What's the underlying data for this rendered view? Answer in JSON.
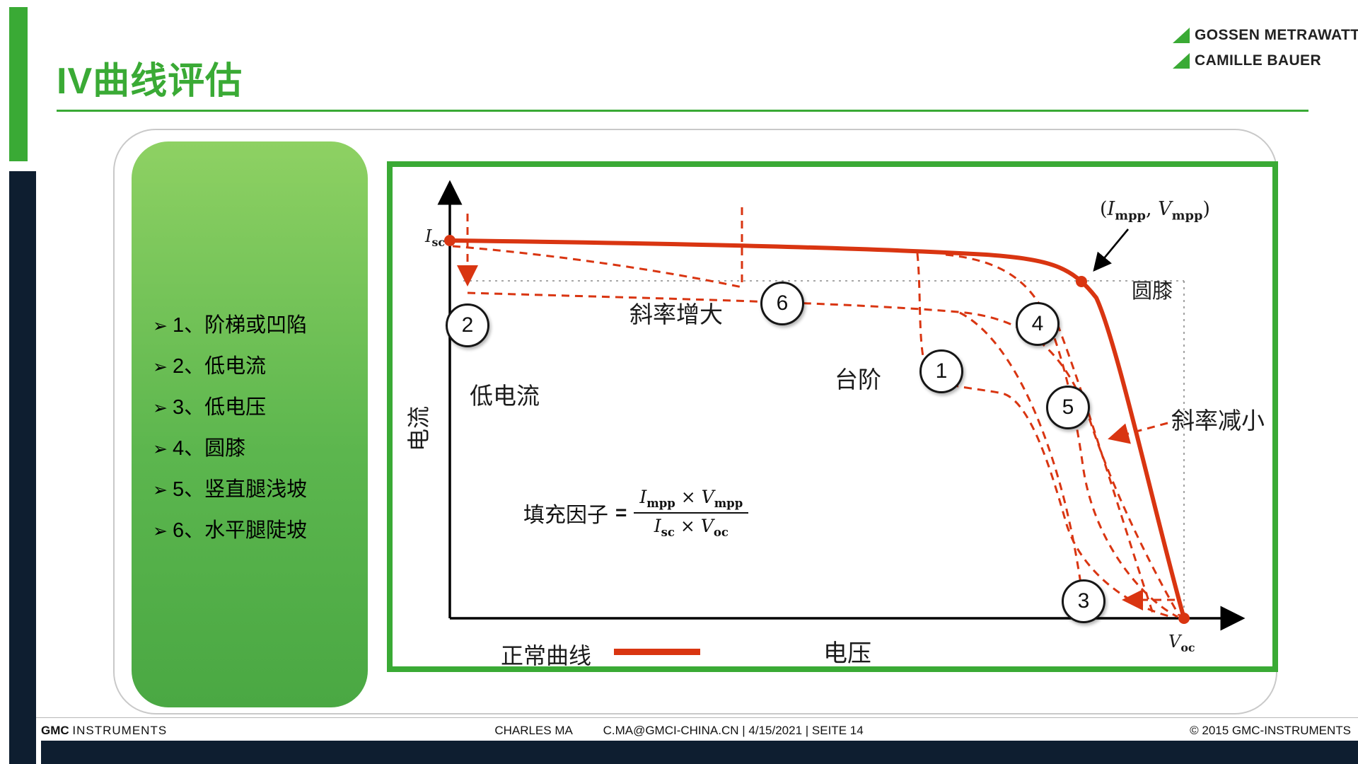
{
  "title": "IV曲线评估",
  "brand": {
    "logo_line1": "GOSSEN METRAWATT",
    "logo_line2": "CAMILLE BAUER"
  },
  "panel": {
    "bullet": "➢",
    "items": [
      "1、阶梯或凹陷",
      "2、低电流",
      "3、低电压",
      "4、圆膝",
      "5、竖直腿浅坡",
      "6、水平腿陡坡"
    ]
  },
  "diagram": {
    "axis": {
      "y_label": "电流",
      "x_label": "电压"
    },
    "symbols": {
      "isc": {
        "base": "I",
        "sub": "sc"
      },
      "voc": {
        "base": "V",
        "sub": "oc"
      },
      "impp": {
        "base": "I",
        "sub": "mpp"
      },
      "vmpp": {
        "base": "V",
        "sub": "mpp"
      }
    },
    "mpp_annotation": {
      "open": "(",
      "comma": ", ",
      "close": ")"
    },
    "labels": {
      "knee": "圆膝",
      "low_current": "低电流",
      "slope_increase": "斜率增大",
      "step": "台阶",
      "slope_decrease": "斜率减小"
    },
    "formula": {
      "label": "填充因子",
      "equals": "=",
      "times": "×"
    },
    "legend": {
      "normal_curve": "正常曲线"
    },
    "markers": {
      "c1": "1",
      "c2": "2",
      "c3": "3",
      "c4": "4",
      "c5": "5",
      "c6": "6"
    }
  },
  "footer": {
    "brand_bold": "GMC",
    "brand_light": "INSTRUMENTS",
    "author": "CHARLES MA",
    "details": "C.MA@GMCI-CHINA.CN | 4/15/2021 | SEITE 14",
    "copyright": "© 2015 GMC-INSTRUMENTS"
  },
  "colors": {
    "accent_green": "#3aaa35",
    "navy": "#0e1e30",
    "curve_red": "#d93511",
    "outline_gray": "#c9c9c9"
  }
}
